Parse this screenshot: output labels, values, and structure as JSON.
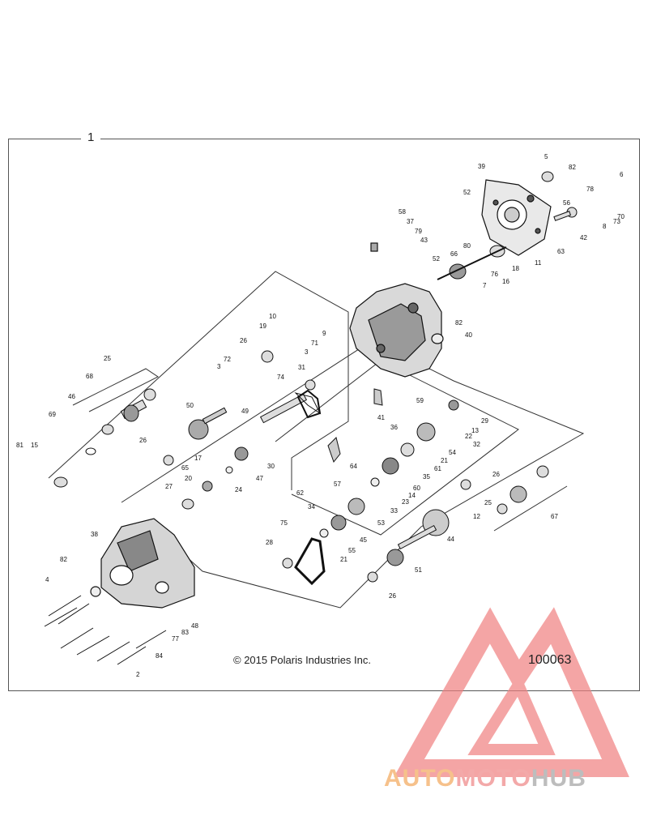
{
  "assembly": {
    "label": "1"
  },
  "copyright": "© 2015 Polaris Industries Inc.",
  "diagram_id": "100063",
  "watermark": {
    "part1": "AUTO",
    "part2": "MOTO",
    "part3": "HUB",
    "color_auto": "#f6c18b",
    "color_moto": "#f3a9a9",
    "color_hub": "#bdbdbd",
    "logo_color": "#f08080"
  },
  "callouts": [
    "5",
    "82",
    "6",
    "39",
    "78",
    "52",
    "56",
    "70",
    "73",
    "8",
    "42",
    "63",
    "58",
    "37",
    "79",
    "43",
    "52",
    "80",
    "66",
    "76",
    "18",
    "11",
    "16",
    "7",
    "82",
    "40",
    "10",
    "19",
    "9",
    "71",
    "26",
    "3",
    "3",
    "72",
    "31",
    "74",
    "59",
    "41",
    "36",
    "25",
    "68",
    "29",
    "13",
    "22",
    "32",
    "46",
    "50",
    "49",
    "54",
    "21",
    "69",
    "26",
    "17",
    "30",
    "64",
    "61",
    "35",
    "15",
    "81",
    "65",
    "20",
    "47",
    "24",
    "60",
    "14",
    "23",
    "27",
    "57",
    "62",
    "25",
    "33",
    "12",
    "26",
    "34",
    "53",
    "67",
    "44",
    "38",
    "75",
    "28",
    "55",
    "45",
    "21",
    "51",
    "82",
    "4",
    "26",
    "48",
    "77",
    "83",
    "84",
    "2"
  ]
}
